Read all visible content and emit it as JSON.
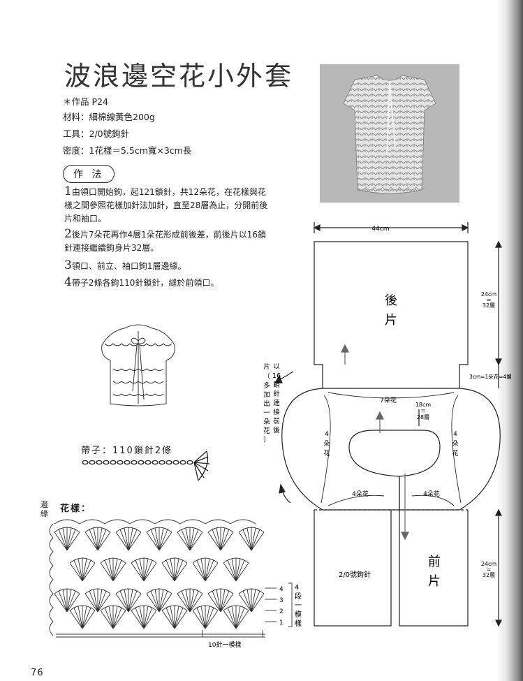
{
  "title": "波浪邊空花小外套",
  "info": {
    "work": "＊作品 P24",
    "material": "材料：細棉線黃色200g",
    "tool": "工具：2/0號鉤針",
    "gauge": "密度：1花樣＝5.5cm寬×3cm長"
  },
  "method_label": "作 法",
  "steps": [
    {
      "num": "1",
      "text": "由領口開始鉤，起121鎖針，共12朵花，在花樣與花樣之間參照花樣加針法加針，直至28層為止，分開前後片和袖口。"
    },
    {
      "num": "2",
      "text": "後片7朵花再作4層1朵花形成前後差，前後片以16鎖針連接繼續鉤身片32層。"
    },
    {
      "num": "3",
      "text": "領口、前立、袖口鉤1層邊緣。"
    },
    {
      "num": "4",
      "text": "帶子2條各鉤110針鎖針，縫於前領口。"
    }
  ],
  "strap_label": "帶子：110鎖針2條",
  "motif_label": "花樣：",
  "edge_label": "邊緣",
  "page_number": "76",
  "diagram": {
    "width_label": "44cm",
    "back_label": [
      "後",
      "片"
    ],
    "front_label": [
      "前",
      "片"
    ],
    "back_height": [
      "24cm",
      "=",
      "32層"
    ],
    "front_height": [
      "24cm",
      "=",
      "32層"
    ],
    "diff_label": "3cm=1朵花=4層",
    "yoke_center": "7朵花",
    "yoke_depth": [
      "18cm",
      "=",
      "28層"
    ],
    "sleeve_label": [
      "4",
      "朵",
      "花"
    ],
    "front_flowers": "4朵花",
    "hook_label": "2/0號鉤針",
    "side_note_a": [
      "片",
      "以",
      "16",
      "鎖",
      "針",
      "連",
      "接",
      "前",
      "後"
    ],
    "side_note_b": [
      "（",
      "多",
      "加",
      "出",
      "一",
      "朵",
      "花",
      "）"
    ]
  },
  "motif_chart": {
    "row_numbers": [
      "4",
      "3",
      "2",
      "1"
    ],
    "rows_label": [
      "4",
      "段",
      "一",
      "模",
      "樣"
    ],
    "repeat_label": "10針一模樣"
  },
  "colors": {
    "ink": "#222222",
    "photo_bg": "#bcbcbc"
  }
}
